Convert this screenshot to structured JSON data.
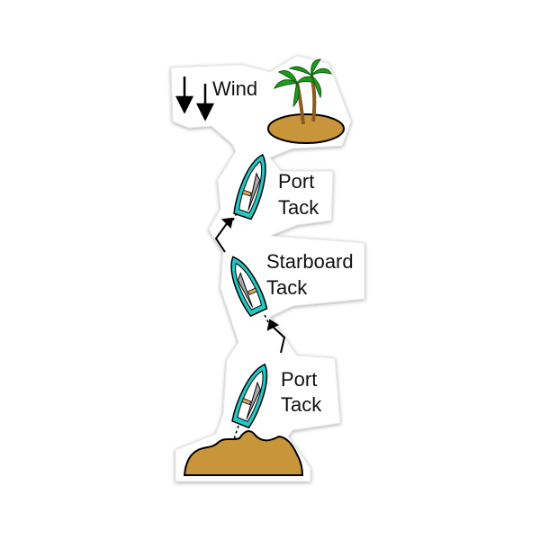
{
  "wind": {
    "label": "Wind"
  },
  "tacks": [
    {
      "line1": "Port",
      "line2": "Tack"
    },
    {
      "line1": "Starboard",
      "line2": "Tack"
    },
    {
      "line1": "Port",
      "line2": "Tack"
    }
  ],
  "colors": {
    "sand": "#c9953a",
    "sand_outline": "#000000",
    "hull": "#22c9c4",
    "hull_inner": "#ffffff",
    "sail": "#a7a9ad",
    "mast": "#d4a85a",
    "palm_leaf": "#1f9a1f",
    "palm_trunk": "#8a5a1f",
    "sticker_border": "#ffffff"
  }
}
